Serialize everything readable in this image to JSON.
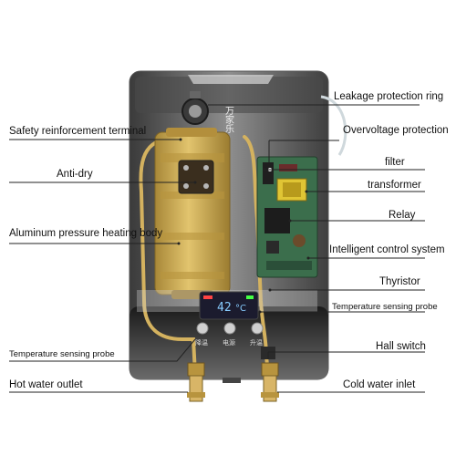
{
  "labels": {
    "leakage_protection_ring": "Leakage protection ring",
    "safety_reinforcement_terminal": "Safety reinforcement terminal",
    "overvoltage_protection": "Overvoltage protection",
    "anti_dry": "Anti-dry",
    "filter": "filter",
    "transformer": "transformer",
    "relay": "Relay",
    "aluminum_pressure_heating_body": "Aluminum pressure heating body",
    "intelligent_control_system": "Intelligent control system",
    "thyristor": "Thyristor",
    "temperature_sensing_probe_right": "Temperature sensing probe",
    "temperature_sensing_probe_left": "Temperature sensing probe",
    "hall_switch": "Hall switch",
    "hot_water_outlet": "Hot water outlet",
    "cold_water_inlet": "Cold water inlet"
  },
  "device": {
    "display_value": "42",
    "display_unit": "°C",
    "button_labels": [
      "降温",
      "电源",
      "升温"
    ],
    "vertical_text": "万家乐"
  },
  "colors": {
    "housing_dark": "#2d2d2d",
    "housing_light": "#9a9a9a",
    "heating_body": "#c8a54a",
    "copper_pipe": "#d4b25f",
    "pcb": "#3b6e4c",
    "display_screen": "#1b1b2e",
    "leader_line": "#222222"
  }
}
